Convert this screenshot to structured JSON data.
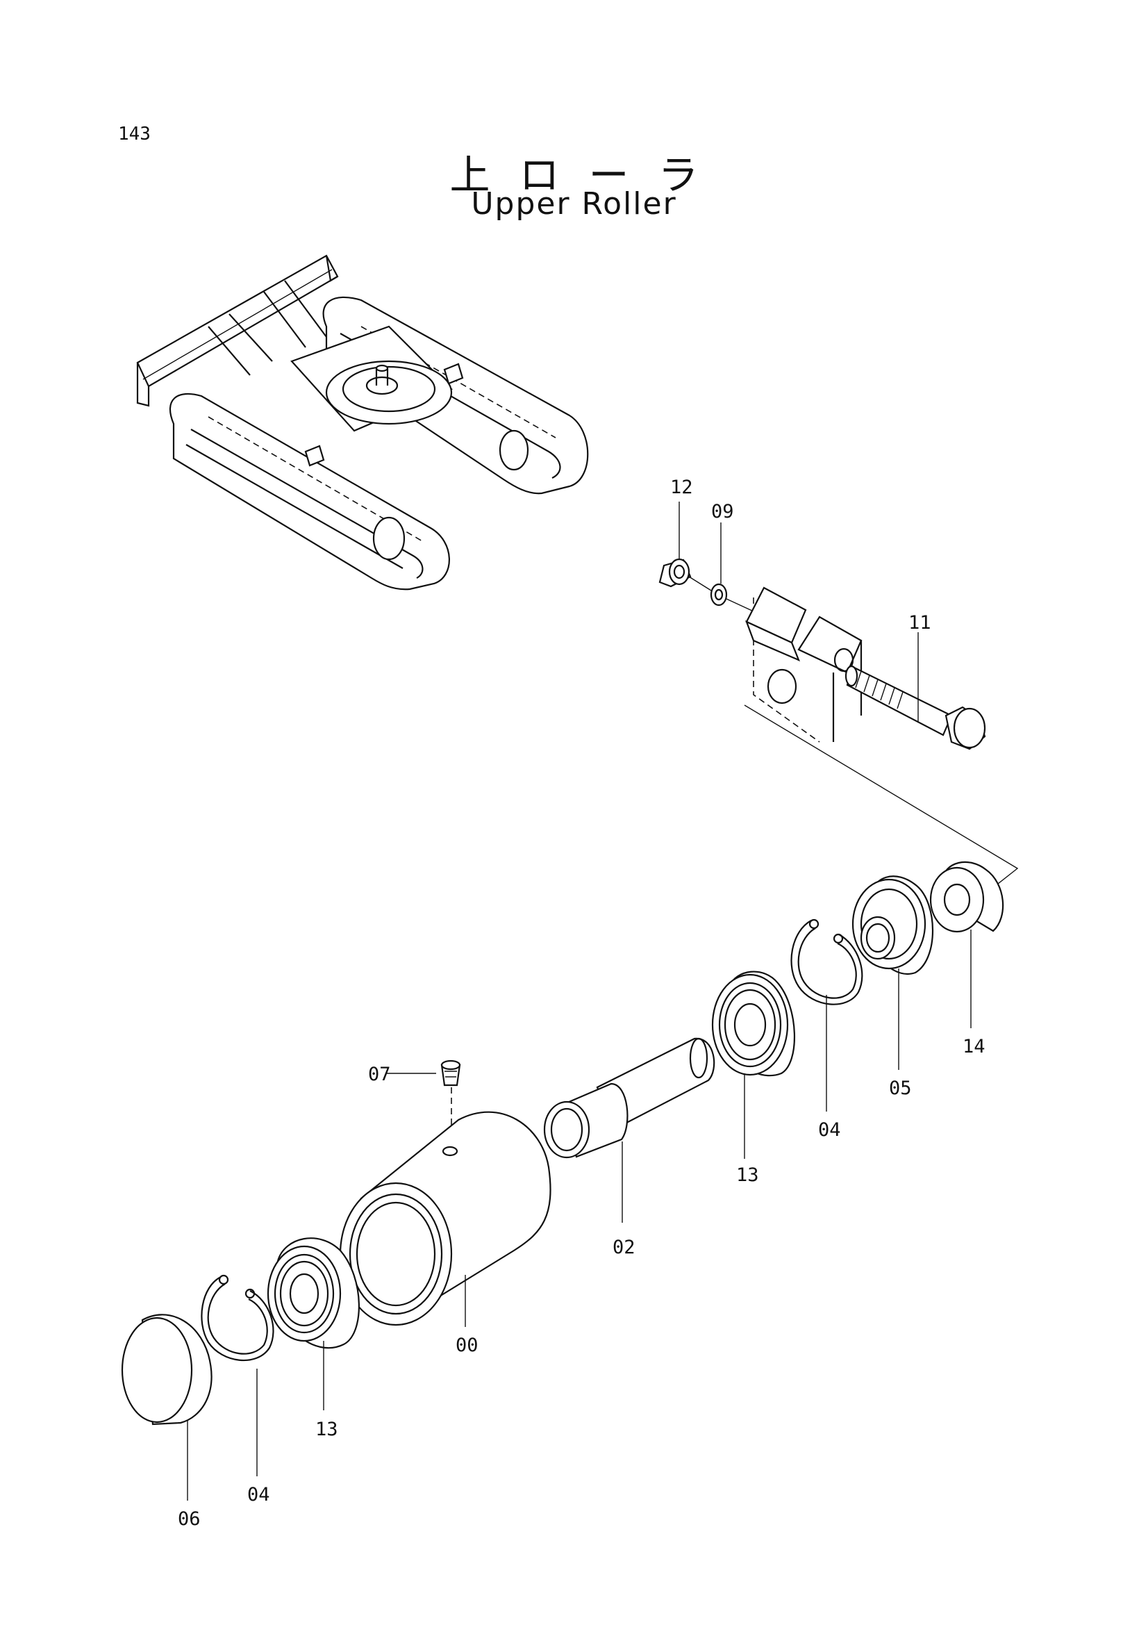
{
  "page_number": "143",
  "title_japanese": "上ローラ",
  "title_english": "Upper Roller",
  "callouts": [
    "12",
    "09",
    "11",
    "07",
    "02",
    "13",
    "04",
    "05",
    "14",
    "00",
    "13",
    "04",
    "06"
  ]
}
